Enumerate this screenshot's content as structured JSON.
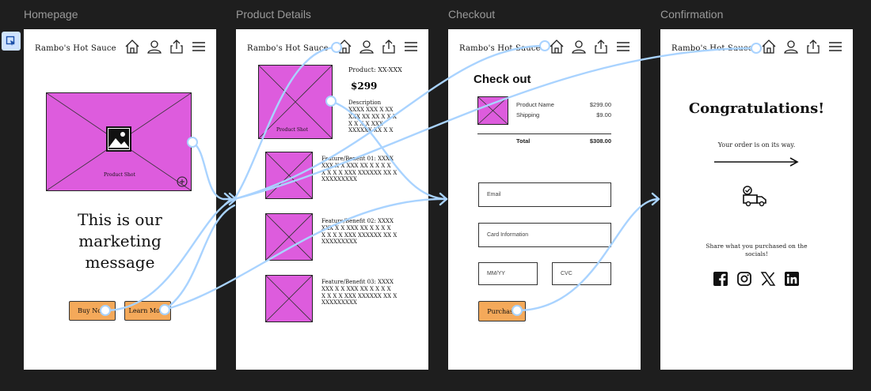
{
  "frame_labels": [
    "Homepage",
    "Product Details",
    "Checkout",
    "Confirmation"
  ],
  "brand": "Rambo's Hot Sauce",
  "homepage": {
    "hero_caption": "Product Shot",
    "marketing_line1": "This is our",
    "marketing_line2": "marketing",
    "marketing_line3": "message",
    "buy_now": "Buy Now",
    "learn_more": "Learn More"
  },
  "product": {
    "main_caption": "Product Shot",
    "product_code": "Product: XX-XXX",
    "price": "$299",
    "description_label": "Description",
    "description_lines": [
      "XXXX XXX X XX",
      "XXX XX XX X X X",
      "X X X X XXX",
      "XXXXXX XX X X"
    ],
    "features": [
      {
        "lines": [
          "Feature/Benefit 01: XXXX",
          "XXX X X XXX XX X X X X",
          "X X X X XXX XXXXXX XX X",
          "XXXXXXXXX"
        ]
      },
      {
        "lines": [
          "Feature/Benefit 02: XXXX",
          "XXX X X XXX XX X X X X",
          "X X X X XXX XXXXXX XX X",
          "XXXXXXXXX"
        ]
      },
      {
        "lines": [
          "Feature/Benefit 03: XXXX",
          "XXX X X XXX XX X X X X",
          "X X X X XXX XXXXXX XX X",
          "XXXXXXXXX"
        ]
      }
    ]
  },
  "checkout": {
    "title": "Check out",
    "item_name": "Product Name",
    "item_price": "$299.00",
    "shipping_label": "Shipping",
    "shipping_price": "$9.00",
    "total_label": "Total",
    "total_price": "$308.00",
    "email_placeholder": "Email",
    "card_placeholder": "Card Information",
    "mmyy_placeholder": "MM/YY",
    "cvc_placeholder": "CVC",
    "purchase": "Purchase"
  },
  "confirmation": {
    "title": "Congratulations!",
    "subtitle": "Your order is on its way.",
    "share_line1": "Share what you purchased on the",
    "share_line2": "socials!",
    "social_icons": [
      "facebook-icon",
      "instagram-icon",
      "x-icon",
      "linkedin-icon"
    ]
  },
  "colors": {
    "canvas": "#1e1e1e",
    "placeholder_image": "#dd5cdd",
    "button": "#f4a95a",
    "wire": "#a9d3ff"
  }
}
